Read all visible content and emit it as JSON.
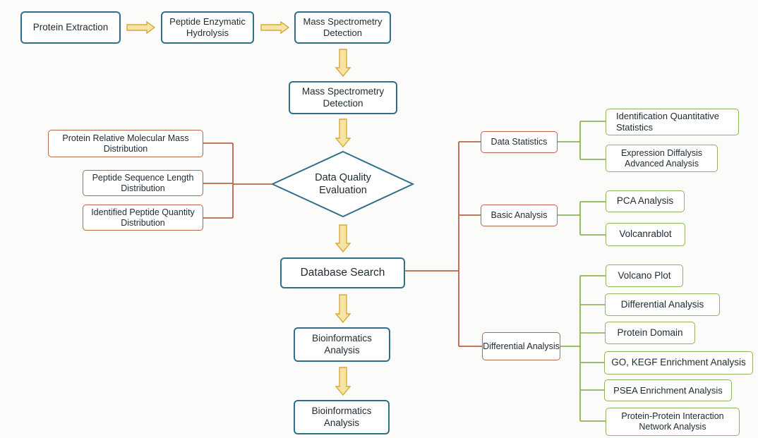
{
  "pipeline": {
    "protein_extraction": "Protein Extraction",
    "peptide_hydrolysis": "Peptide Enzymatic Hydrolysis",
    "ms_detection_1": "Mass Spectrometry Detection",
    "ms_detection_2": "Mass Spectrometry Detection",
    "data_quality": "Data Quality Evaluation",
    "database_search": "Database Search",
    "bioinformatics_1": "Bioinformatics Analysis",
    "bioinformatics_2": "Bioinformatics Analysis"
  },
  "quality_outputs": {
    "protein_mass": "Protein Relative Molecular Mass Distribution",
    "peptide_length": "Peptide Sequence Length Distribution",
    "peptide_quantity": "Identified Peptide Quantity Distribution"
  },
  "categories": {
    "data_statistics": "Data Statistics",
    "basic_analysis": "Basic Analysis",
    "differential_analysis": "Differential Analysis"
  },
  "data_statistics_items": [
    "Identification Quantitative Statistics",
    "Expression Diffalysis Advanced Analysis"
  ],
  "basic_analysis_items": [
    "PCA Analysis",
    "Volcanrablot"
  ],
  "differential_items": [
    "Volcano Plot",
    "Differential Analysis",
    "Protein Domain",
    "GO, KEGF Enrichment Analysis",
    "PSEA Enrichment Analysis",
    "Protein-Protein Interaction Network Analysis"
  ],
  "colors": {
    "main_border": "#2f6f8c",
    "left_border": "#b8654a",
    "category_border": "#b8654a",
    "leaf_border": "#8db45a",
    "arrow_fill": "#f6e3a6",
    "arrow_stroke": "#d6aa3c"
  }
}
